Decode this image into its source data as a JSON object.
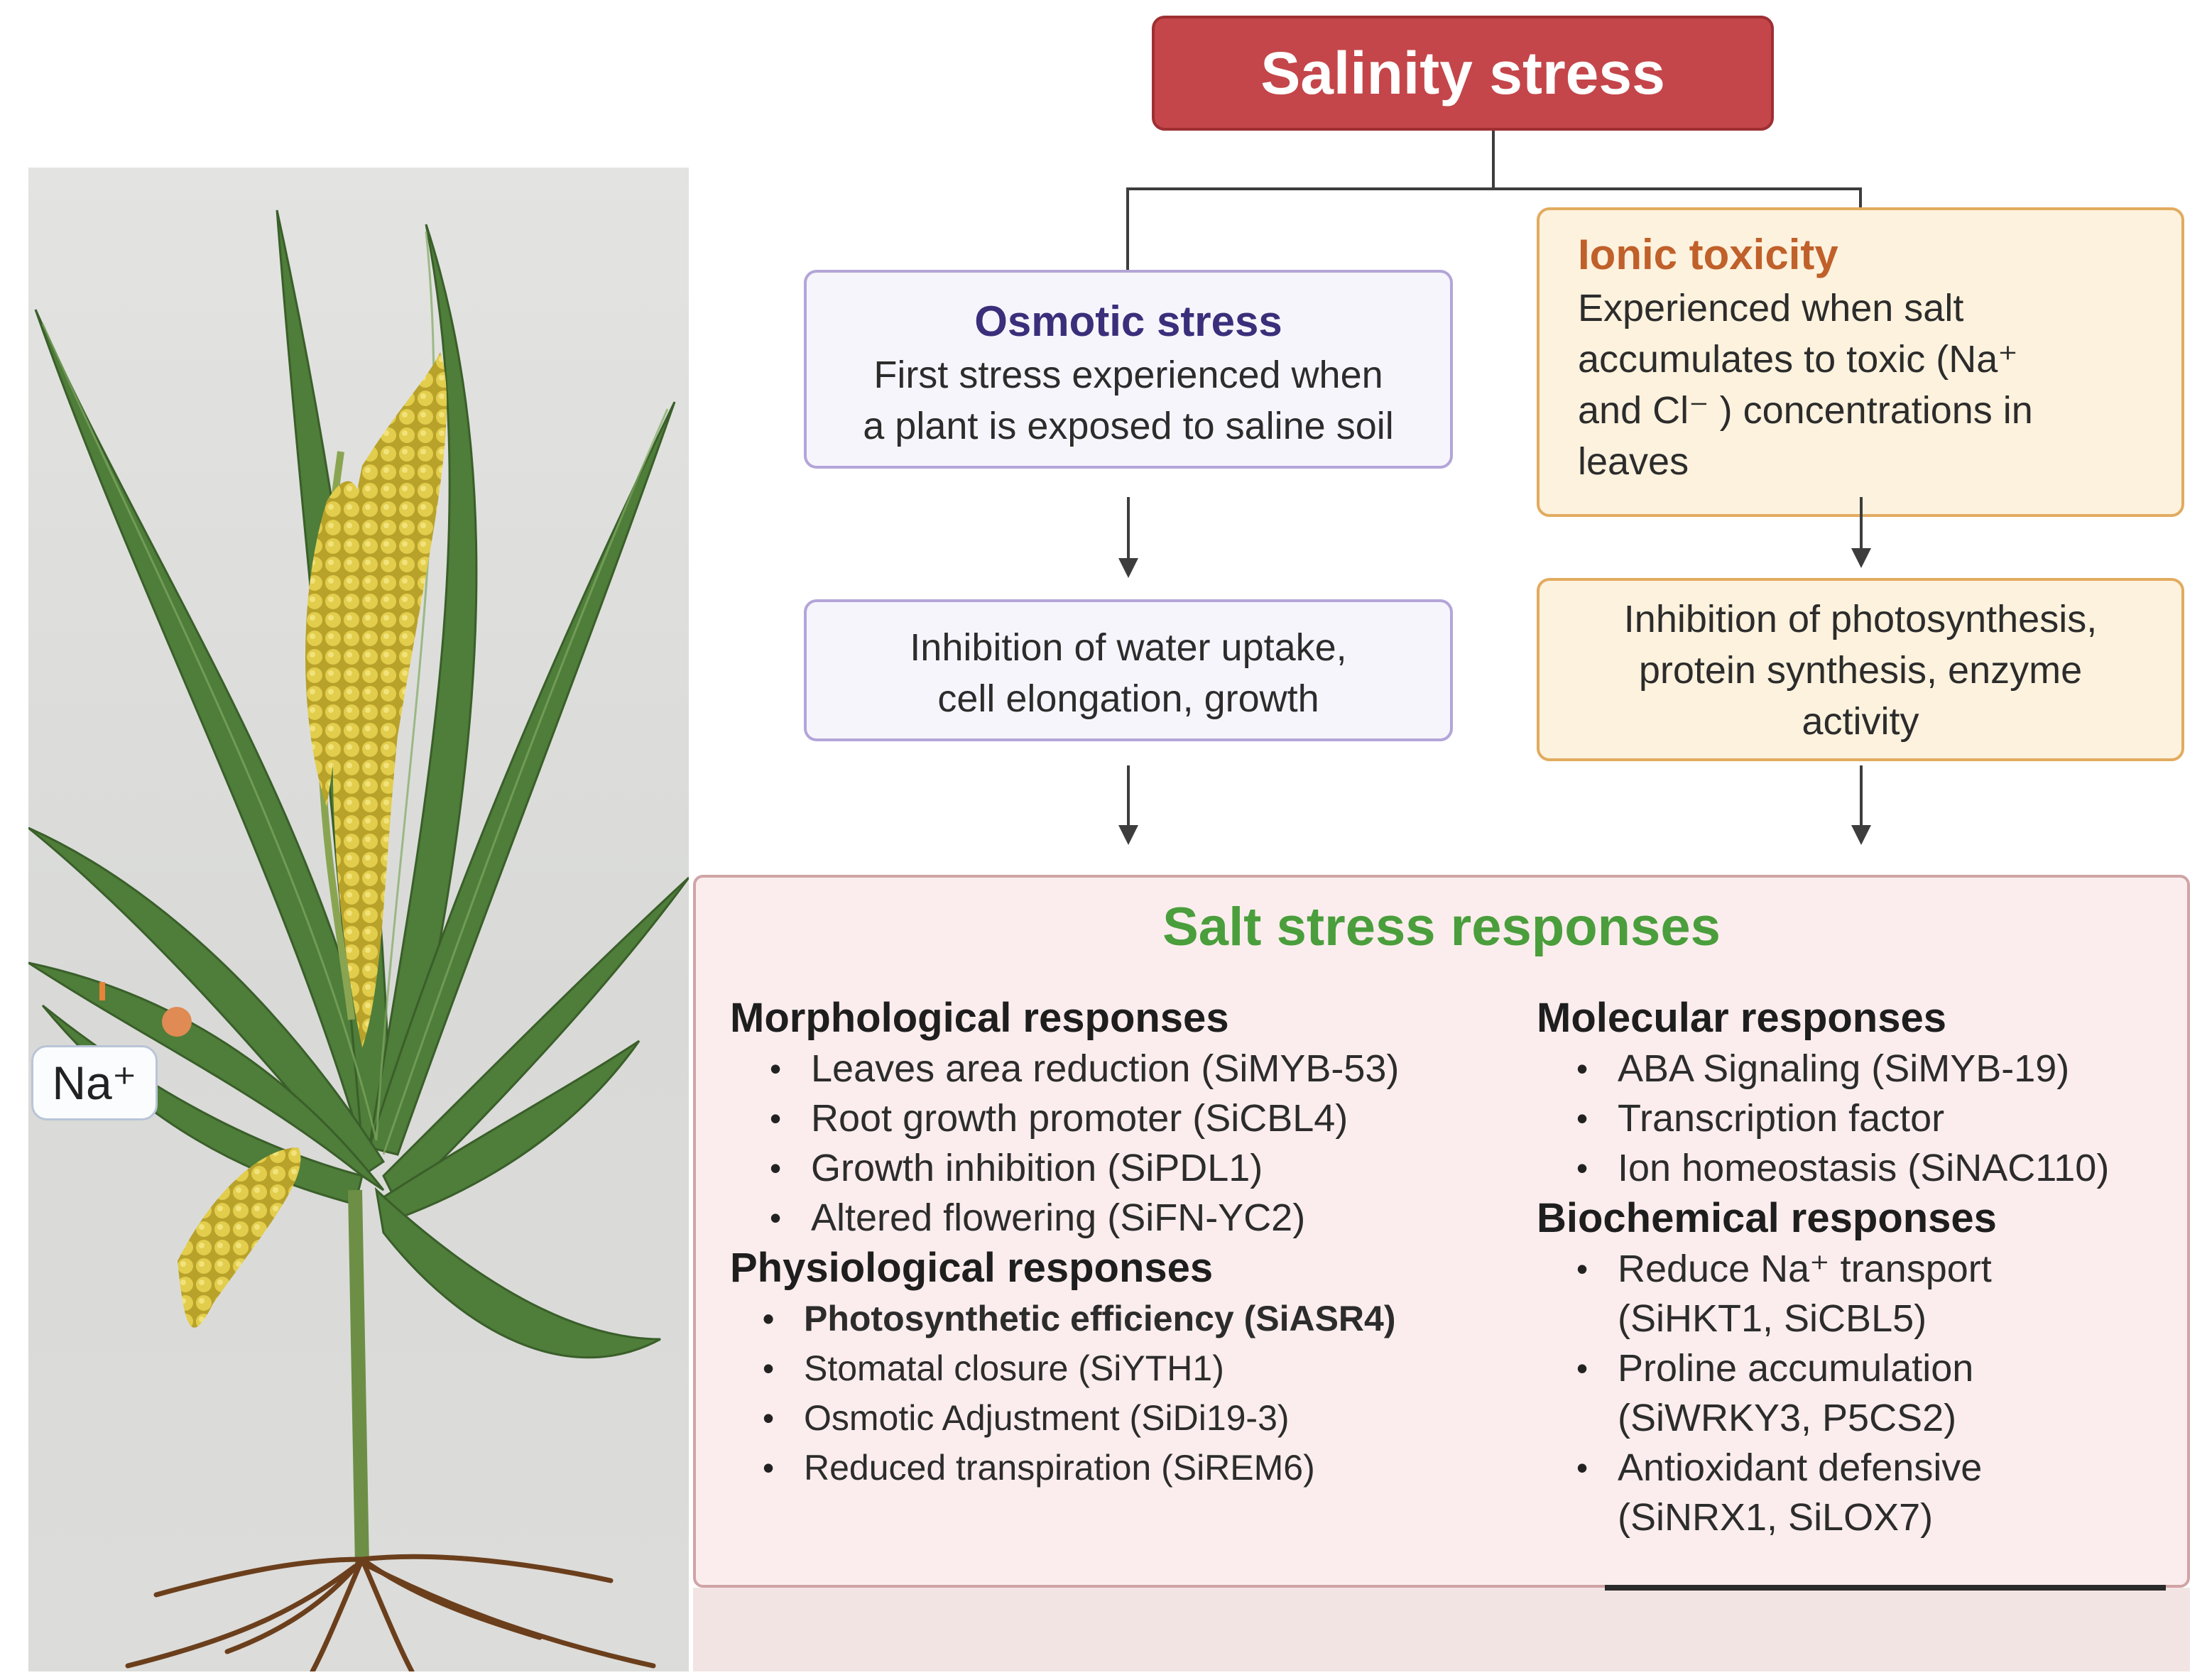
{
  "title": "Salinity stress",
  "photo_label": "Na⁺",
  "osmotic": {
    "title": "Osmotic stress",
    "lines": [
      "First stress experienced when",
      "a plant is exposed to saline soil"
    ]
  },
  "ionic": {
    "title": "Ionic toxicity",
    "lines": [
      "Experienced when salt",
      "accumulates to toxic (Na⁺",
      "and Cl⁻ ) concentrations in",
      "leaves"
    ]
  },
  "water_effect": {
    "lines": [
      "Inhibition of water uptake,",
      "cell elongation, growth"
    ]
  },
  "photo_effect": {
    "lines": [
      "Inhibition of photosynthesis,",
      "protein synthesis, enzyme",
      "activity"
    ]
  },
  "responses": {
    "title": "Salt stress responses",
    "morphological": {
      "heading": "Morphological  responses",
      "items": [
        "Leaves area reduction (SiMYB-53)",
        "Root growth promoter (SiCBL4)",
        "Growth inhibition (SiPDL1)",
        "Altered flowering (SiFN-YC2)"
      ]
    },
    "physiological": {
      "heading": "Physiological responses",
      "items": [
        "Photosynthetic efficiency (SiASR4)",
        "Stomatal closure (SiYTH1)",
        "Osmotic Adjustment (SiDi19-3)",
        "Reduced transpiration (SiREM6)"
      ]
    },
    "molecular": {
      "heading": "Molecular  responses",
      "items": [
        "ABA Signaling (SiMYB-19)",
        "Transcription  factor",
        "Ion homeostasis (SiNAC110)"
      ]
    },
    "biochemical": {
      "heading": "Biochemical responses",
      "items": [
        {
          "line1": "Reduce  Na⁺ transport",
          "line2": "(SiHKT1, SiCBL5)"
        },
        {
          "line1": "Proline accumulation",
          "line2": "(SiWRKY3, P5CS2)"
        },
        {
          "line1": "Antioxidant defensive",
          "line2": "(SiNRX1, SiLOX7)"
        }
      ]
    }
  },
  "colors": {
    "title_bg": "#c4464a",
    "osmotic_border": "#b3a5d8",
    "ionic_border": "#e2ab5f",
    "responses_title": "#4a9e3c",
    "responses_bg": "#fbeded"
  }
}
